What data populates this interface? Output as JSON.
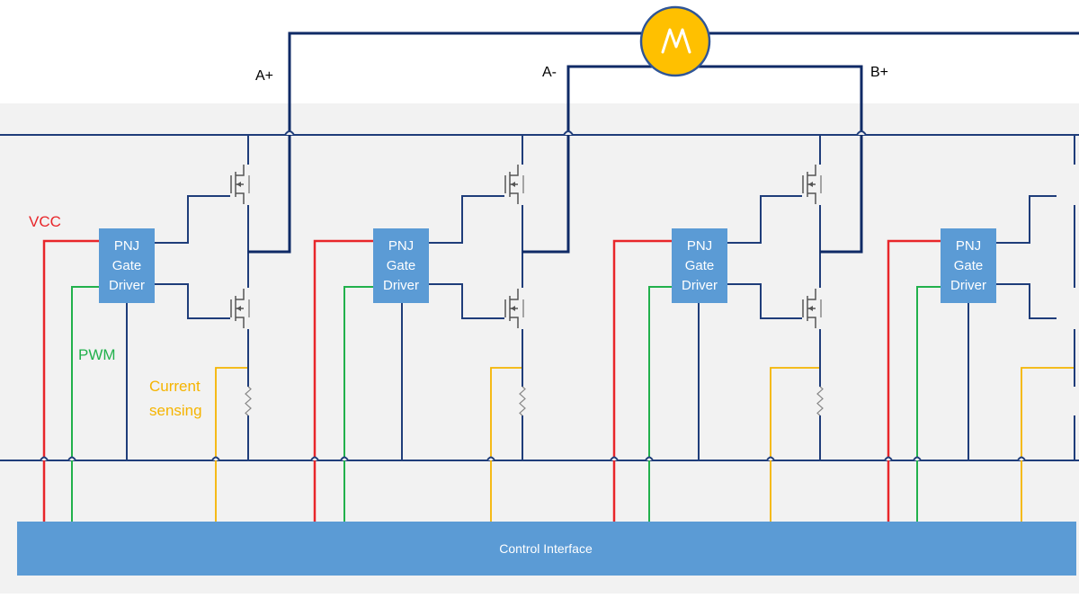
{
  "terminals": {
    "a_plus": "A+",
    "a_minus": "A-",
    "b_plus": "B+"
  },
  "driver": {
    "line1": "PNJ",
    "line2": "Gate",
    "line3": "Driver"
  },
  "signals": {
    "vcc": "VCC",
    "pwm": "PWM",
    "current_line1": "Current",
    "current_line2": "sensing"
  },
  "control_interface": {
    "label": "Control Interface"
  },
  "colors": {
    "rail": "#1f3d7a",
    "motor_wire": "#0f2a66",
    "vcc": "#e8262a",
    "pwm": "#22b14c",
    "sense": "#f5b400",
    "driver_box": "#5b9bd5",
    "motor_fill": "#ffc000",
    "panel_bg": "#f2f2f2"
  },
  "icons": {
    "motor": "motor-icon",
    "mosfet": "mosfet-icon",
    "resistor": "resistor-icon"
  }
}
